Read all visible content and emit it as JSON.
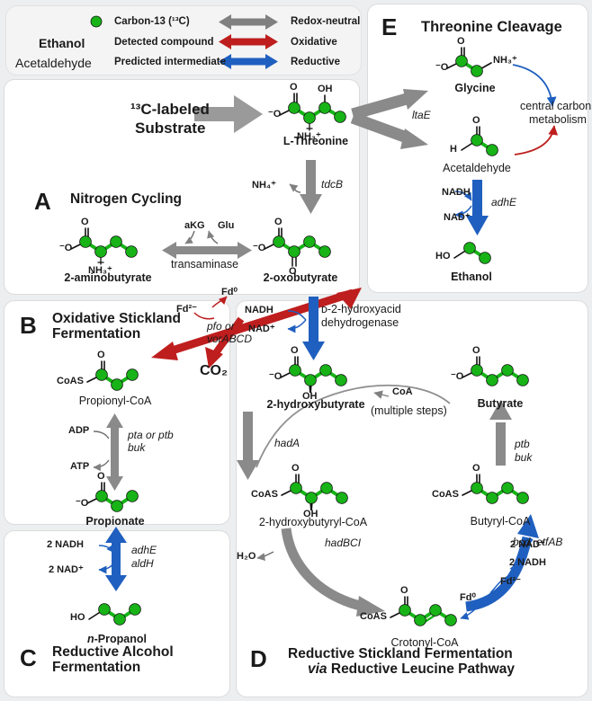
{
  "legend": {
    "carbon_dot_label": "Carbon-13 (¹³C)",
    "detected_example": "Ethanol",
    "detected_label": "Detected compound",
    "predicted_example": "Acetaldehyde",
    "predicted_label": "Predicted intermediate",
    "arrow_redox": "Redox-neutral",
    "arrow_oxidative": "Oxidative",
    "arrow_reductive": "Reductive",
    "colors": {
      "carbon13": "#17b317",
      "redox_neutral": "#808080",
      "oxidative": "#be1e1e",
      "reductive": "#1f5fbf"
    }
  },
  "substrate": {
    "line1": "¹³C-labeled",
    "line2": "Substrate"
  },
  "panels": {
    "A": {
      "letter": "A",
      "title": "Nitrogen Cycling"
    },
    "B": {
      "letter": "B",
      "title_l1": "Oxidative Stickland",
      "title_l2": "Fermentation"
    },
    "C": {
      "letter": "C",
      "title_l1": "Reductive Alcohol",
      "title_l2": "Fermentation"
    },
    "D": {
      "letter": "D",
      "title_l1": "Reductive Stickland Fermentation",
      "title_l2_em": "via",
      "title_l2_rest": " Reductive Leucine Pathway"
    },
    "E": {
      "letter": "E",
      "title": "Threonine Cleavage"
    }
  },
  "compounds": {
    "threonine": "L-Threonine",
    "aminobutyrate": "2-aminobutyrate",
    "oxobutyrate": "2-oxobutyrate",
    "propionyl_coa": "Propionyl-CoA",
    "propionate": "Propionate",
    "n_propanol_em": "n",
    "n_propanol_rest": "-Propanol",
    "hydroxybutyrate": "2-hydroxybutyrate",
    "hydroxybutyryl_coa": "2-hydroxybutyryl-CoA",
    "crotonyl_coa": "Crotonyl-CoA",
    "butyryl_coa": "Butyryl-CoA",
    "butyrate": "Butyrate",
    "glycine": "Glycine",
    "acetaldehyde": "Acetaldehyde",
    "ethanol": "Ethanol",
    "co2": "CO₂"
  },
  "enzymes": {
    "tdcB": "tdcB",
    "transaminase": "transaminase",
    "pfo_l1": "pfo or",
    "pfo_l2": "vorABCD",
    "pta_l1": "pta or ptb",
    "pta_l2": "buk",
    "adhE_aldH_l1": "adhE",
    "adhE_aldH_l2": "aldH",
    "dehydrogenase_l1": "ᴅ-2-hydroxyacid",
    "dehydrogenase_l2": "dehydrogenase",
    "hadA": "hadA",
    "hadBCI": "hadBCI",
    "bcd_etfAB": "bcd, etfAB",
    "ptb_buk_l1": "ptb",
    "ptb_buk_l2": "buk",
    "ltaE": "ltaE",
    "adhE": "adhE"
  },
  "cofactors": {
    "nh4": "NH₄⁺",
    "akg": "aKG",
    "glu": "Glu",
    "fd0": "Fd⁰",
    "fd2": "Fd²⁻",
    "adp": "ADP",
    "atp": "ATP",
    "nadh": "NADH",
    "nad": "NAD⁺",
    "two_nadh": "2 NADH",
    "two_nad": "2 NAD⁺",
    "h2o": "H₂O",
    "coa": "CoA",
    "multiple_steps": "(multiple steps)",
    "central_carbon_l1": "central carbon",
    "central_carbon_l2": "metabolism"
  },
  "atoms": {
    "o_minus": "⁻O",
    "o": "O",
    "oh": "OH",
    "nh3": "NH₃⁺",
    "coas": "CoAS",
    "ho": "HO",
    "h": "H"
  }
}
